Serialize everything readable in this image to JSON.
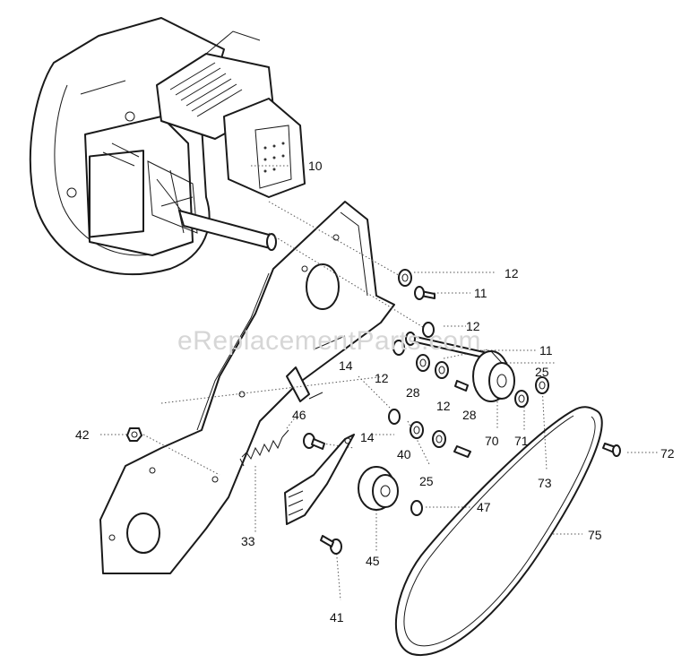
{
  "watermark": "eReplacementParts.com",
  "callouts": [
    {
      "id": "c-10",
      "label": "10"
    },
    {
      "id": "c-12a",
      "label": "12"
    },
    {
      "id": "c-11a",
      "label": "11"
    },
    {
      "id": "c-12b",
      "label": "12"
    },
    {
      "id": "c-11b",
      "label": "11"
    },
    {
      "id": "c-14a",
      "label": "14"
    },
    {
      "id": "c-25a",
      "label": "25"
    },
    {
      "id": "c-12c",
      "label": "12"
    },
    {
      "id": "c-28a",
      "label": "28"
    },
    {
      "id": "c-12d",
      "label": "12"
    },
    {
      "id": "c-28b",
      "label": "28"
    },
    {
      "id": "c-46",
      "label": "46"
    },
    {
      "id": "c-14b",
      "label": "14"
    },
    {
      "id": "c-70",
      "label": "70"
    },
    {
      "id": "c-71",
      "label": "71"
    },
    {
      "id": "c-42",
      "label": "42"
    },
    {
      "id": "c-40",
      "label": "40"
    },
    {
      "id": "c-72",
      "label": "72"
    },
    {
      "id": "c-25b",
      "label": "25"
    },
    {
      "id": "c-73",
      "label": "73"
    },
    {
      "id": "c-47",
      "label": "47"
    },
    {
      "id": "c-33",
      "label": "33"
    },
    {
      "id": "c-75",
      "label": "75"
    },
    {
      "id": "c-45",
      "label": "45"
    },
    {
      "id": "c-41",
      "label": "41"
    }
  ]
}
